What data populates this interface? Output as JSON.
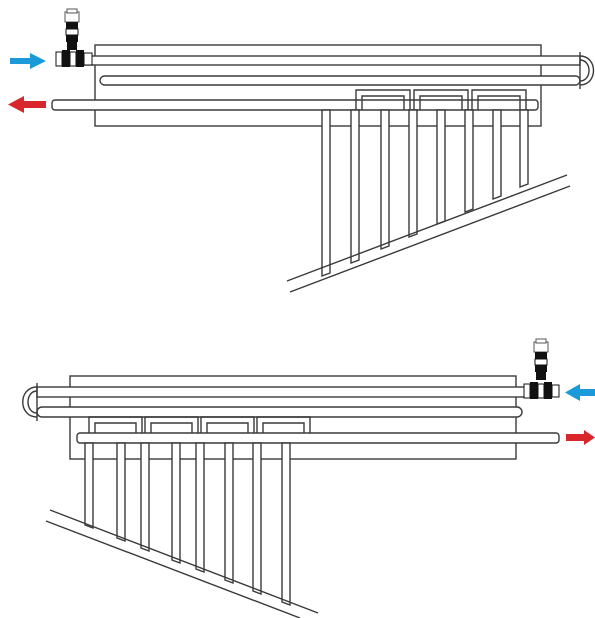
{
  "diagrams": [
    {
      "id": "top",
      "inlet": {
        "side": "left",
        "arrow_color": "#1a9ad8"
      },
      "outlet": {
        "side": "left",
        "arrow_color": "#d8262a"
      },
      "valve_side": "left",
      "return_bend_side": "right",
      "vertical_tube_count": 8
    },
    {
      "id": "bottom",
      "inlet": {
        "side": "right",
        "arrow_color": "#1a9ad8"
      },
      "outlet": {
        "side": "right",
        "arrow_color": "#d8262a"
      },
      "valve_side": "right",
      "return_bend_side": "left",
      "vertical_tube_count": 8
    }
  ],
  "colors": {
    "line": "#3a3a3a",
    "inlet": "#1a9ad8",
    "outlet": "#d8262a",
    "valve": "#111111"
  }
}
